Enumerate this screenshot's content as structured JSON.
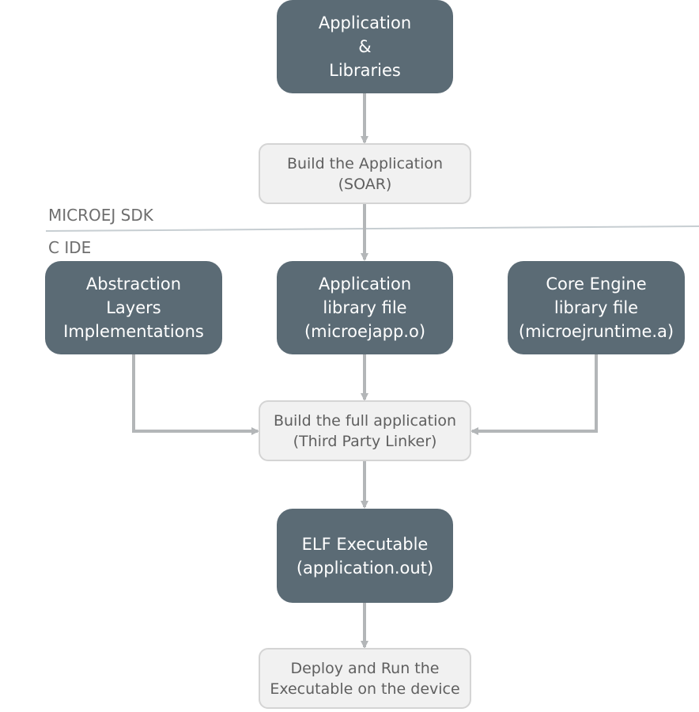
{
  "zones": {
    "upper_label": "MICROEJ SDK",
    "lower_label": "C IDE"
  },
  "nodes": {
    "app_libs": "Application\n&\nLibraries",
    "build_app": "Build the Application\n(SOAR)",
    "abstraction": "Abstraction\nLayers\nImplementations",
    "app_lib_file": "Application\nlibrary file\n(microejapp.o)",
    "core_engine": "Core Engine\nlibrary file\n(microejruntime.a)",
    "build_full": "Build the full application\n(Third Party Linker)",
    "elf": "ELF Executable\n(application.out)",
    "deploy": "Deploy and Run the\nExecutable on the device"
  },
  "colors": {
    "dark_box": "#5b6b75",
    "light_box": "#f1f1f1",
    "light_border": "#d4d4d4",
    "arrow": "#b3b6b8",
    "separator": "#c7ced2"
  }
}
